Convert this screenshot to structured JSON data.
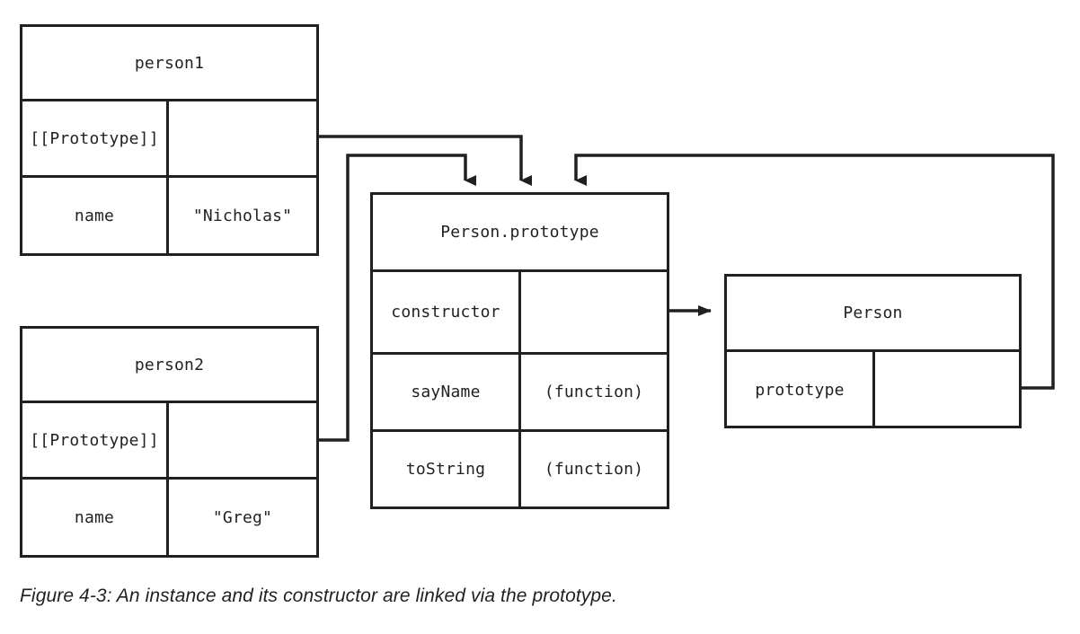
{
  "figure": {
    "caption": "Figure 4-3: An instance and its constructor are linked via the prototype.",
    "line_color": "#231f20",
    "background": "#ffffff"
  },
  "objects": {
    "person1": {
      "title": "person1",
      "rows": [
        {
          "key": "[[Prototype]]",
          "value": "",
          "pointer": true
        },
        {
          "key": "name",
          "value": "\"Nicholas\"",
          "pointer": false
        }
      ]
    },
    "person2": {
      "title": "person2",
      "rows": [
        {
          "key": "[[Prototype]]",
          "value": "",
          "pointer": true
        },
        {
          "key": "name",
          "value": "\"Greg\"",
          "pointer": false
        }
      ]
    },
    "person_prototype": {
      "title": "Person.prototype",
      "rows": [
        {
          "key": "constructor",
          "value": "",
          "pointer": true
        },
        {
          "key": "sayName",
          "value": "(function)",
          "pointer": false
        },
        {
          "key": "toString",
          "value": "(function)",
          "pointer": false
        }
      ]
    },
    "person": {
      "title": "Person",
      "rows": [
        {
          "key": "prototype",
          "value": "",
          "pointer": true
        }
      ]
    }
  },
  "links": [
    {
      "name": "person1-prototype-to-person-prototype",
      "from": "person1.[[Prototype]]",
      "to": "Person.prototype",
      "arrow": "down"
    },
    {
      "name": "person2-prototype-to-person-prototype",
      "from": "person2.[[Prototype]]",
      "to": "Person.prototype",
      "arrow": "down"
    },
    {
      "name": "person-prototype-property-to-person-prototype-object",
      "from": "Person.prototype",
      "to": "Person.prototype",
      "arrow": "down"
    },
    {
      "name": "constructor-to-person",
      "from": "Person.prototype.constructor",
      "to": "Person",
      "arrow": "right"
    }
  ]
}
